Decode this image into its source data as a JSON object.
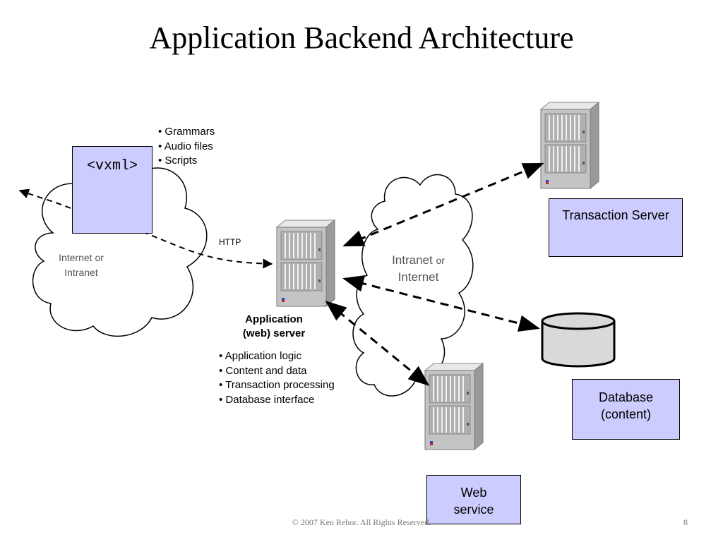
{
  "slide": {
    "title": "Application Backend Architecture",
    "footer": "© 2007 Ken Rehor. All Rights Reserved.",
    "page_number": "8"
  },
  "document": {
    "tag": "<vxml>",
    "items": [
      "Grammars",
      "Audio files",
      "Scripts"
    ]
  },
  "clouds": {
    "left_line1": "Internet or",
    "left_line2": "Intranet",
    "right_line1": "Intranet",
    "right_line1_suffix": "or",
    "right_line2": "Internet"
  },
  "connection": {
    "protocol": "HTTP"
  },
  "app_server": {
    "name_line1": "Application",
    "name_line2": "(web) server",
    "roles": [
      "Application logic",
      "Content and data",
      "Transaction processing",
      "Database interface"
    ]
  },
  "transaction_server": {
    "label": "Transaction Server"
  },
  "database": {
    "line1": "Database",
    "line2": "(content)"
  },
  "web_service": {
    "line1": "Web",
    "line2": "service"
  },
  "colors": {
    "box_fill": "#ccccff",
    "server_body": "#c4c4c4",
    "database_fill": "#d9d9d9"
  }
}
